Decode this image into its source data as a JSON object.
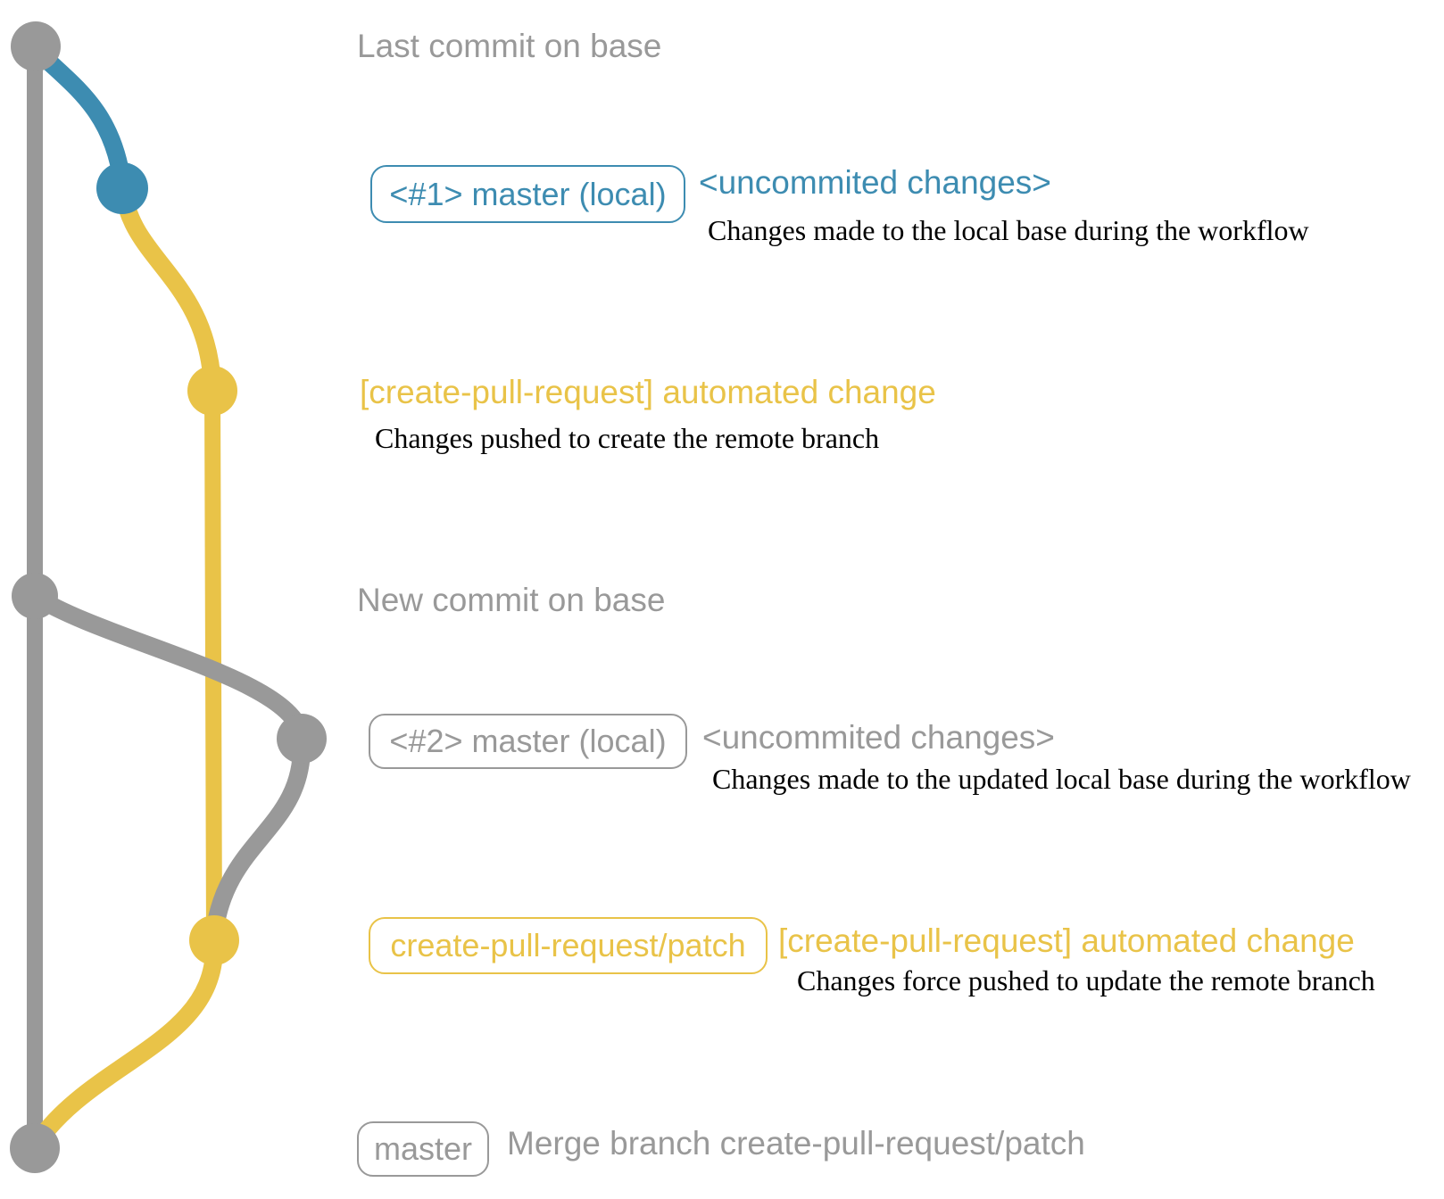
{
  "colors": {
    "gray": "#999999",
    "blue": "#3d8cb1",
    "yellow": "#e9c348",
    "note_text": "#000000",
    "background": "#ffffff"
  },
  "annotations": {
    "last_commit_label": "Last commit on base",
    "new_commit_label": "New commit on base"
  },
  "rows": {
    "local1": {
      "badge": "<#1> master (local)",
      "title": "<uncommited changes>",
      "description": "Changes made to the local base during the workflow"
    },
    "push1": {
      "title": "[create-pull-request] automated change",
      "description": "Changes pushed to create the remote branch"
    },
    "local2": {
      "badge": "<#2> master (local)",
      "title": "<uncommited changes>",
      "description": "Changes made to the updated local base during the workflow"
    },
    "push2": {
      "badge": "create-pull-request/patch",
      "title": "[create-pull-request] automated change",
      "description": "Changes force pushed to update the remote branch"
    },
    "merge": {
      "badge": "master",
      "title": "Merge branch create-pull-request/patch"
    }
  },
  "graph": {
    "commits": [
      {
        "name": "last-commit-on-base",
        "color": "#999999"
      },
      {
        "name": "local-commit-1",
        "color": "#3d8cb1"
      },
      {
        "name": "patch-commit-1",
        "color": "#e9c348"
      },
      {
        "name": "new-commit-on-base",
        "color": "#999999"
      },
      {
        "name": "local-commit-2",
        "color": "#999999"
      },
      {
        "name": "patch-commit-2",
        "color": "#e9c348"
      },
      {
        "name": "merge-commit",
        "color": "#999999"
      }
    ]
  }
}
